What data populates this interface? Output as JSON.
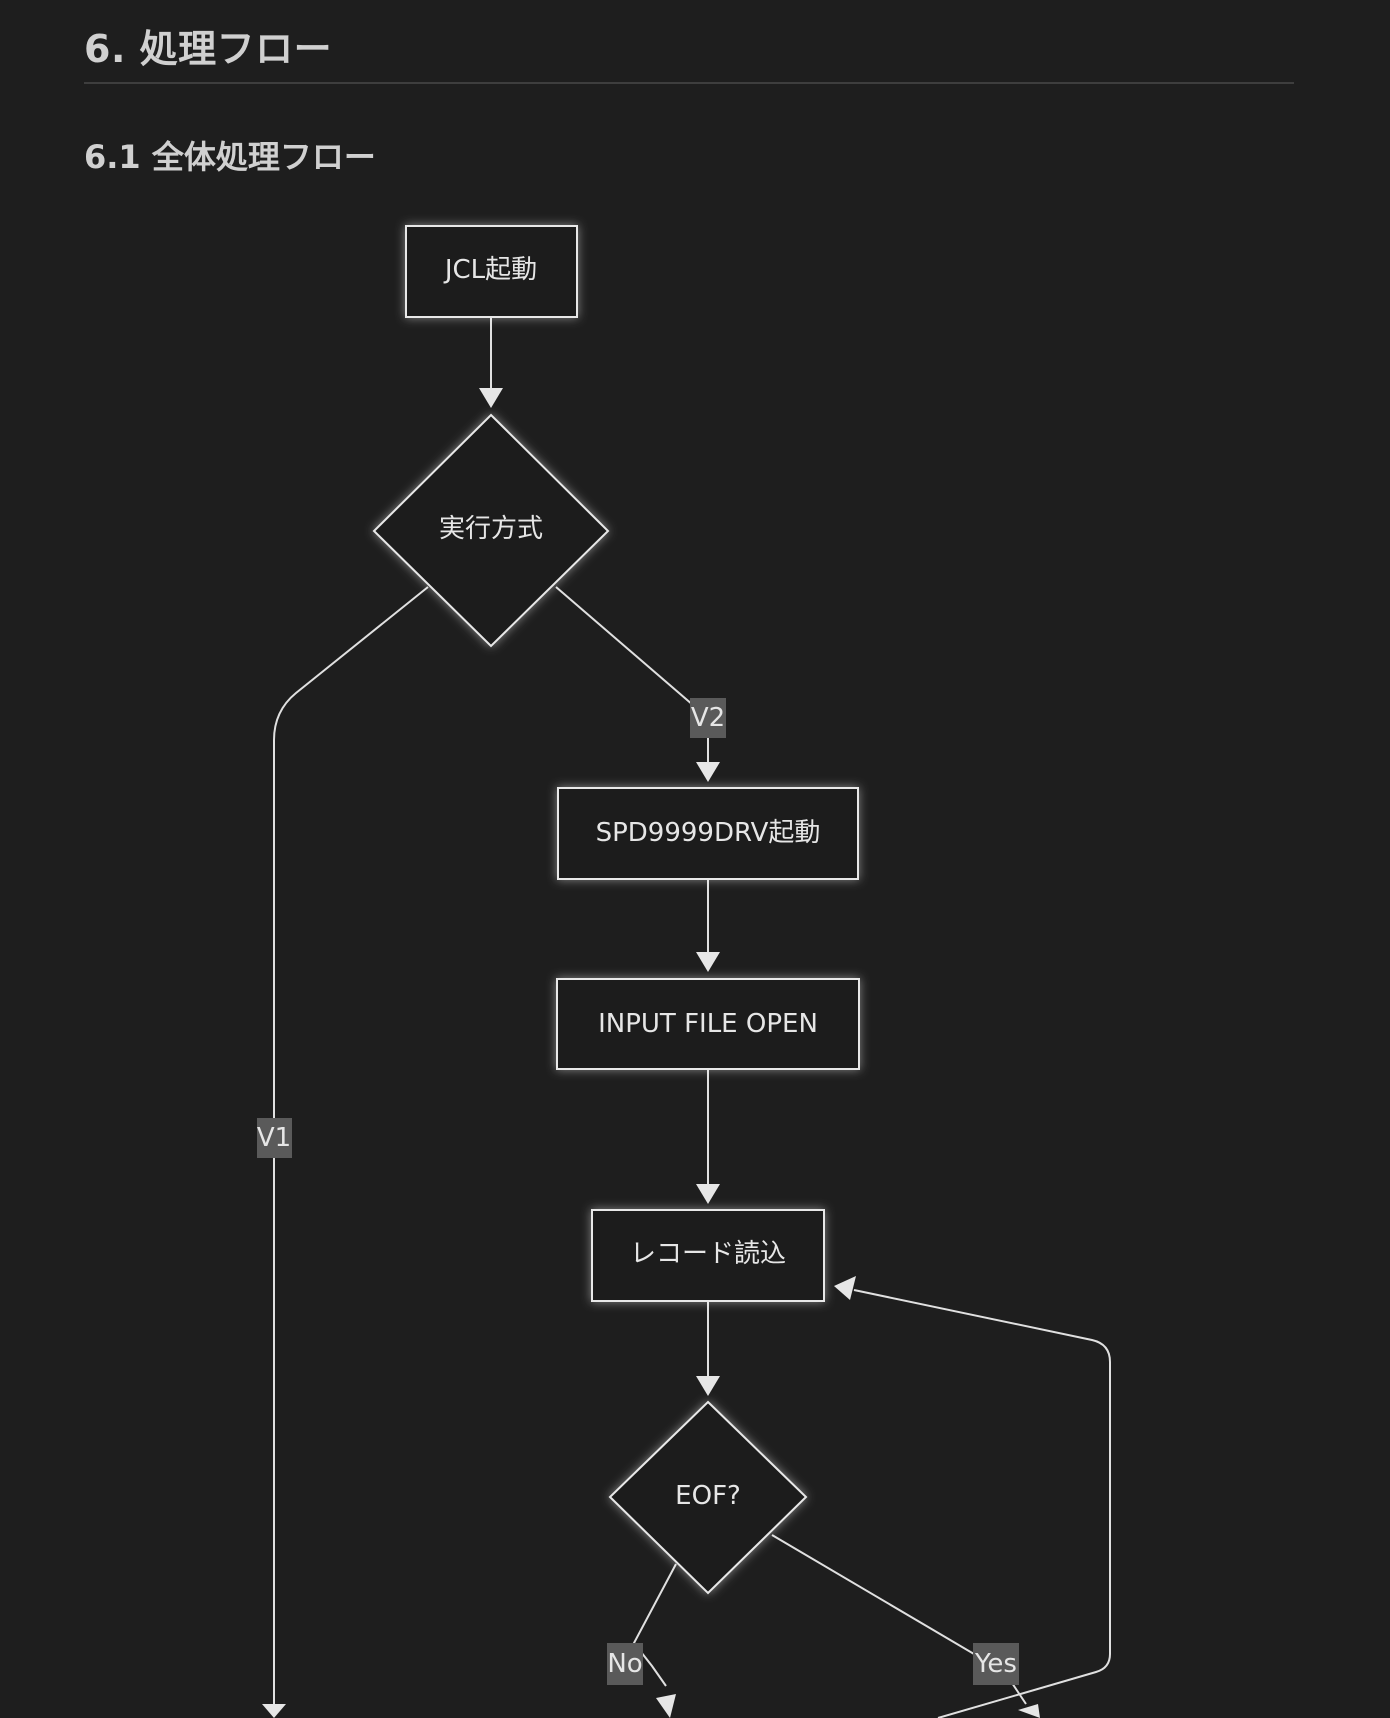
{
  "section": {
    "title": "6. 処理フロー"
  },
  "subsection": {
    "title": "6.1 全体処理フロー"
  },
  "flowchart": {
    "nodes": {
      "jcl_start": "JCL起動",
      "exec_mode": "実行方式",
      "spd_drv_start": "SPD9999DRV起動",
      "input_file_open": "INPUT FILE OPEN",
      "record_read": "レコード読込",
      "eof_check": "EOF?"
    },
    "edge_labels": {
      "v1": "V1",
      "v2": "V2",
      "no": "No",
      "yes": "Yes"
    }
  }
}
